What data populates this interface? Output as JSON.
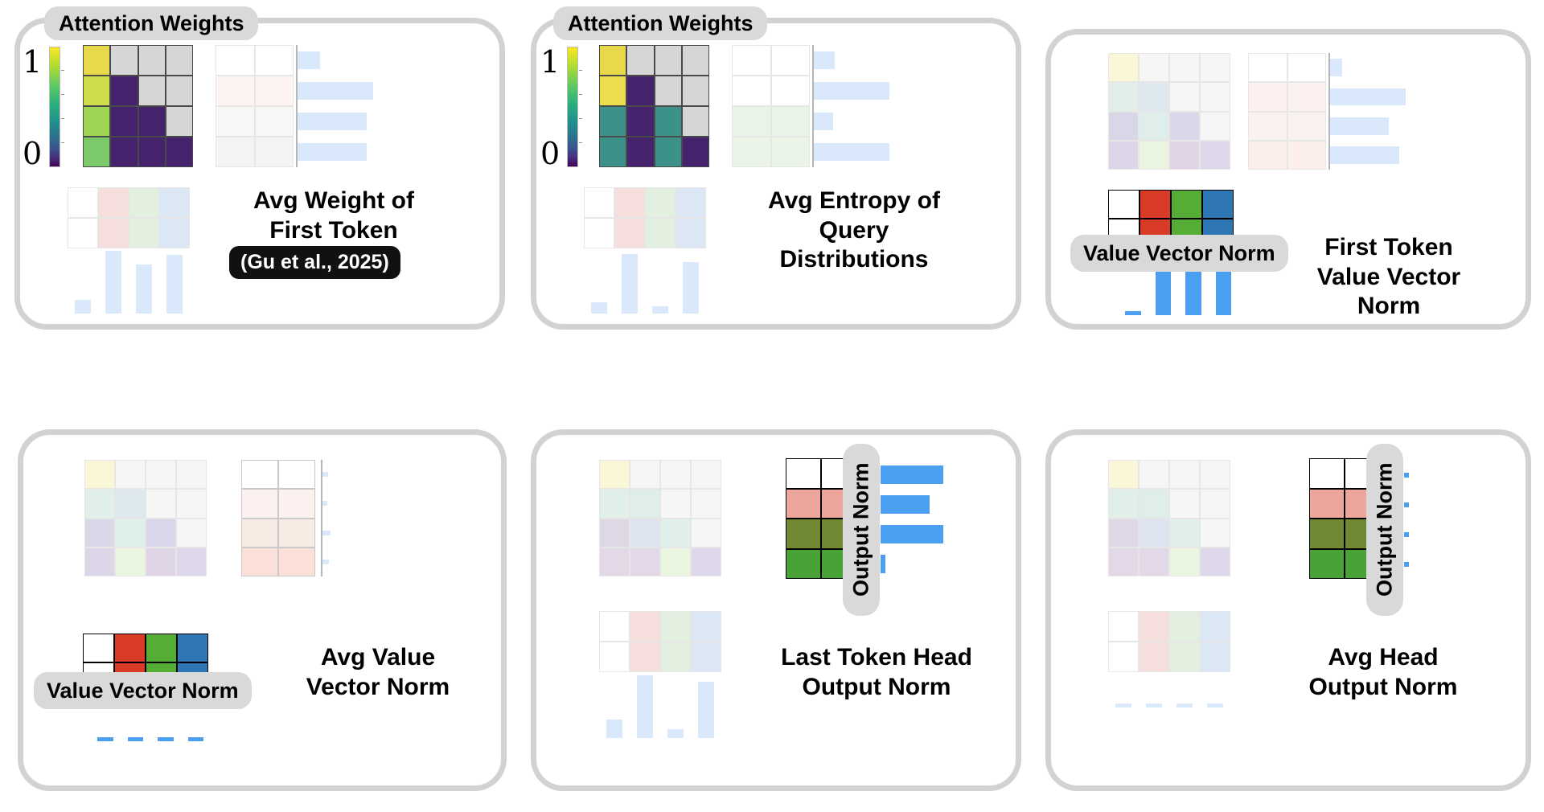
{
  "figure": {
    "title_hidden": "",
    "panel_count": 6,
    "colors": {
      "panel_border": "#d2d2d2",
      "chip_bg": "#d9d9d9",
      "cite_bg": "#111111",
      "bar_blue_strong": "#4a9ff0",
      "bar_blue_pale": "#d9e9fb",
      "value_red": "#da3b26",
      "value_green": "#56ad35",
      "value_blue": "#2f76b4",
      "out_pink": "#eda59c",
      "out_olive": "#6f8a33",
      "out_green": "#47a336",
      "viridis_high": "#fde725",
      "viridis_mid": "#21918c",
      "viridis_low": "#440154",
      "masked_gray": "#d6d6d6"
    },
    "colorbar": {
      "top_label": "1",
      "bottom_label": "0"
    }
  },
  "panels": [
    {
      "id": "avg-weight-first-token",
      "chip_top": "Attention Weights",
      "title_lines": [
        "Avg Weight of",
        "First Token"
      ],
      "citation": "(Gu et al., 2025)",
      "has_colorbar": true,
      "attention_matrix": {
        "rows": 4,
        "cols": 4,
        "values": [
          [
            "#e8d94b",
            "#d6d6d6",
            "#d6d6d6",
            "#d6d6d6"
          ],
          [
            "#cfdd4a",
            "#45246d",
            "#d6d6d6",
            "#d6d6d6"
          ],
          [
            "#9ed552",
            "#45246d",
            "#45246d",
            "#d6d6d6"
          ],
          [
            "#7cc96a",
            "#45246d",
            "#45246d",
            "#45246d"
          ]
        ]
      },
      "value_grid": {
        "rows": 4,
        "cols": 2,
        "values": [
          [
            "#ffffff",
            "#ffffff"
          ],
          [
            "#fdf4f2",
            "#fdf4f2"
          ],
          [
            "#f7f7f5",
            "#f7f7f5"
          ],
          [
            "#f4f4f4",
            "#f4f4f4"
          ]
        ]
      },
      "h_bars": [
        0.3,
        1.0,
        0.92,
        0.92
      ],
      "h_bar_style": "pale",
      "out_grid": {
        "rows": 2,
        "cols": 4,
        "values": [
          [
            "#ffffff",
            "#f6dedc",
            "#e3f0e0",
            "#dbe7f4"
          ],
          [
            "#ffffff",
            "#f6dedc",
            "#e3f0e0",
            "#dbe7f4"
          ]
        ]
      },
      "v_bars": [
        0.22,
        1.0,
        0.78,
        0.93
      ],
      "v_bar_style": "pale"
    },
    {
      "id": "avg-entropy-query-distributions",
      "chip_top": "Attention Weights",
      "title_lines": [
        "Avg Entropy of",
        "Query",
        "Distributions"
      ],
      "citation": null,
      "has_colorbar": true,
      "attention_matrix": {
        "rows": 4,
        "cols": 4,
        "values": [
          [
            "#e8d94b",
            "#d6d6d6",
            "#d6d6d6",
            "#d6d6d6"
          ],
          [
            "#edde4e",
            "#45246d",
            "#d6d6d6",
            "#d6d6d6"
          ],
          [
            "#3c9188",
            "#45246d",
            "#3c9188",
            "#d6d6d6"
          ],
          [
            "#3c9188",
            "#45246d",
            "#3c9188",
            "#45246d"
          ]
        ]
      },
      "value_grid": {
        "rows": 4,
        "cols": 2,
        "values": [
          [
            "#ffffff",
            "#ffffff"
          ],
          [
            "#ffffff",
            "#ffffff"
          ],
          [
            "#e9f3e6",
            "#e9f3e6"
          ],
          [
            "#eaf4e7",
            "#eaf4e7"
          ]
        ]
      },
      "h_bars": [
        0.28,
        1.0,
        0.26,
        1.0
      ],
      "h_bar_style": "pale",
      "out_grid": {
        "rows": 2,
        "cols": 4,
        "values": [
          [
            "#ffffff",
            "#f6dedc",
            "#e3f0e0",
            "#dbe7f4"
          ],
          [
            "#ffffff",
            "#f6dedc",
            "#e3f0e0",
            "#dbe7f4"
          ]
        ]
      },
      "v_bars": [
        0.18,
        0.95,
        0.12,
        0.82
      ],
      "v_bar_style": "pale"
    },
    {
      "id": "first-token-value-vector-norm",
      "chip_top": null,
      "chip_value": "Value Vector Norm",
      "title_lines": [
        "First Token",
        "Value Vector",
        "Norm"
      ],
      "citation": null,
      "has_colorbar": false,
      "attention_matrix": {
        "rows": 4,
        "cols": 4,
        "values": [
          [
            "#faf6d8",
            "#f6f6f5",
            "#f6f6f5",
            "#f6f6f5"
          ],
          [
            "#e2efe8",
            "#dde9ef",
            "#f6f6f6",
            "#f6f6f6"
          ],
          [
            "#d8d7e8",
            "#dfeeea",
            "#dbd6e8",
            "#f6f6f6"
          ],
          [
            "#ddd5e8",
            "#eaf5e0",
            "#e0d4e6",
            "#ded6e9"
          ]
        ]
      },
      "value_grid": {
        "rows": 4,
        "cols": 2,
        "values": [
          [
            "#ffffff",
            "#ffffff"
          ],
          [
            "#fdf1ef",
            "#fdf1ef"
          ],
          [
            "#f9f2ee",
            "#f9f2ee"
          ],
          [
            "#fbeeeb",
            "#fbeeeb"
          ]
        ]
      },
      "h_bars": [
        0.16,
        1.0,
        0.78,
        0.92
      ],
      "h_bar_style": "pale",
      "out_grid": {
        "rows": 2,
        "cols": 4,
        "values": [
          [
            "#ffffff",
            "#da3b26",
            "#56ad35",
            "#2f76b4"
          ],
          [
            "#ffffff",
            "#da3b26",
            "#56ad35",
            "#2f76b4"
          ]
        ]
      },
      "v_bars": [
        0.06,
        1.0,
        0.88,
        1.0
      ],
      "v_bar_style": "strong"
    },
    {
      "id": "avg-value-vector-norm",
      "chip_top": null,
      "chip_value": "Value Vector Norm",
      "title_lines": [
        "Avg Value",
        "Vector Norm"
      ],
      "citation": null,
      "has_colorbar": false,
      "attention_matrix": {
        "rows": 4,
        "cols": 4,
        "values": [
          [
            "#faf6d8",
            "#f5f5f5",
            "#f5f5f5",
            "#f5f5f5"
          ],
          [
            "#e0efe8",
            "#dde9ed",
            "#f6f6f6",
            "#f6f6f6"
          ],
          [
            "#d8d8e9",
            "#dff0ea",
            "#d9d6e9",
            "#f6f6f6"
          ],
          [
            "#ddd6e9",
            "#eaf6e0",
            "#e0d5e7",
            "#ded7e9"
          ]
        ]
      },
      "value_grid": {
        "rows": 4,
        "cols": 2,
        "values": [
          [
            "#ffffff",
            "#ffffff"
          ],
          [
            "#fdf1f0",
            "#fdf1f0"
          ],
          [
            "#f7ebe3",
            "#f7ebe3"
          ],
          [
            "#fbdfd9",
            "#fbdfd9"
          ]
        ]
      },
      "h_bars": [
        0.1,
        0.04,
        0.14,
        0.12
      ],
      "h_bar_style": "pale-thin",
      "out_grid": {
        "rows": 2,
        "cols": 4,
        "values": [
          [
            "#ffffff",
            "#da3b26",
            "#56ad35",
            "#2f76b4"
          ],
          [
            "#ffffff",
            "#da3b26",
            "#56ad35",
            "#2f76b4"
          ]
        ]
      },
      "v_bars": [
        0.06,
        0.05,
        0.06,
        0.06
      ],
      "v_bar_style": "strong-flat"
    },
    {
      "id": "last-token-head-output-norm",
      "chip_top": null,
      "chip_vertical": "Output Norm",
      "title_lines": [
        "Last Token Head",
        "Output Norm"
      ],
      "citation": null,
      "has_colorbar": false,
      "attention_matrix": {
        "rows": 4,
        "cols": 4,
        "values": [
          [
            "#faf6d8",
            "#f5f5f5",
            "#f5f5f5",
            "#f5f5f5"
          ],
          [
            "#e1efe9",
            "#e0eeea",
            "#f6f6f6",
            "#f6f6f6"
          ],
          [
            "#ddd7e6",
            "#dde4ef",
            "#e0f0e9",
            "#f6f6f6"
          ],
          [
            "#e2d8e8",
            "#e2d8e8",
            "#ebf6e0",
            "#ded6e9"
          ]
        ]
      },
      "value_grid": {
        "rows": 4,
        "cols": 2,
        "values": [
          [
            "#ffffff",
            "#ffffff"
          ],
          [
            "#eda59c",
            "#eda59c"
          ],
          [
            "#6f8a33",
            "#6f8a33"
          ],
          [
            "#47a336",
            "#47a336"
          ]
        ]
      },
      "h_bars": [
        1.0,
        0.78,
        1.0,
        0.06
      ],
      "h_bar_style": "strong",
      "out_grid": {
        "rows": 2,
        "cols": 4,
        "values": [
          [
            "#ffffff",
            "#f6dedc",
            "#e3f0e0",
            "#dbe7f4"
          ],
          [
            "#ffffff",
            "#f6dedc",
            "#e3f0e0",
            "#dbe7f4"
          ]
        ]
      },
      "v_bars": [
        0.3,
        1.0,
        0.14,
        0.9
      ],
      "v_bar_style": "pale"
    },
    {
      "id": "avg-head-output-norm",
      "chip_top": null,
      "chip_vertical": "Output Norm",
      "title_lines": [
        "Avg Head",
        "Output Norm"
      ],
      "citation": null,
      "has_colorbar": false,
      "attention_matrix": {
        "rows": 4,
        "cols": 4,
        "values": [
          [
            "#faf6d8",
            "#f5f5f5",
            "#f5f5f5",
            "#f5f5f5"
          ],
          [
            "#e1efe9",
            "#e0eeea",
            "#f6f6f6",
            "#f6f6f6"
          ],
          [
            "#ddd7e6",
            "#dde4ef",
            "#e0f0e9",
            "#f6f6f6"
          ],
          [
            "#e2d8e8",
            "#e2d8e8",
            "#ebf6e0",
            "#ded6e9"
          ]
        ]
      },
      "value_grid": {
        "rows": 4,
        "cols": 2,
        "values": [
          [
            "#ffffff",
            "#ffffff"
          ],
          [
            "#eda59c",
            "#eda59c"
          ],
          [
            "#6f8a33",
            "#6f8a33"
          ],
          [
            "#47a336",
            "#47a336"
          ]
        ]
      },
      "h_bars": [
        0.12,
        0.06,
        0.13,
        0.1
      ],
      "h_bar_style": "strong-thin",
      "out_grid": {
        "rows": 2,
        "cols": 4,
        "values": [
          [
            "#ffffff",
            "#f6dedc",
            "#e3f0e0",
            "#dbe7f4"
          ],
          [
            "#ffffff",
            "#f6dedc",
            "#e3f0e0",
            "#dbe7f4"
          ]
        ]
      },
      "v_bars": [
        0.07,
        0.06,
        0.07,
        0.07
      ],
      "v_bar_style": "pale-flat"
    }
  ]
}
